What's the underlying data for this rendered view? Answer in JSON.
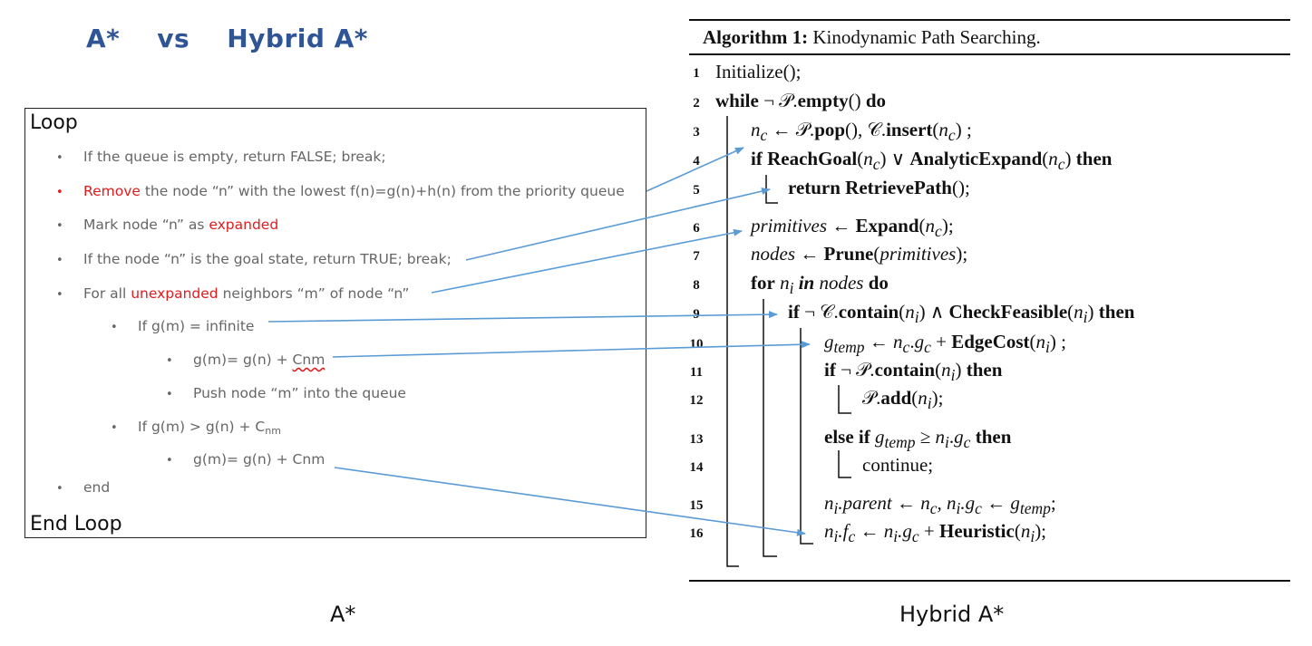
{
  "left_title": "A*    vs    Hybrid A*",
  "astar": {
    "loop_label": "Loop",
    "end_loop_label": "End Loop",
    "caption": "A*",
    "steps": {
      "s1": "If the queue is empty, return FALSE; break;",
      "s2_red": "Remove",
      "s2_rest": " the node “n” with the lowest f(n)=g(n)+h(n) from the priority queue",
      "s3_pre": "Mark node “n” as ",
      "s3_red": "expanded",
      "s4": "If the node “n” is the goal state, return TRUE; break;",
      "s5_pre": "For all ",
      "s5_red": "unexpanded",
      "s5_post": " neighbors “m” of node “n”",
      "s6": "If g(m) = infinite",
      "s7_pre": "g(m)= g(n) + ",
      "s7_squig": "Cnm",
      "s8": "Push node “m” into the queue",
      "s9_pre": "If g(m) > g(n) + C",
      "s9_sub": "nm",
      "s10": "g(m)= g(n) + Cnm",
      "s11": "end"
    },
    "bullet_char": "•"
  },
  "hybrid": {
    "caption": "Hybrid A*",
    "algo_label": "Algorithm 1:",
    "algo_name": " Kinodynamic Path Searching.",
    "line_numbers": [
      "1",
      "2",
      "3",
      "4",
      "5",
      "6",
      "7",
      "8",
      "9",
      "10",
      "11",
      "12",
      "13",
      "14",
      "15",
      "16"
    ],
    "code": {
      "l1": "Initialize();",
      "l2_kw1": "while",
      "l2_mid": " ¬ 𝒫.",
      "l2_fn": "empty",
      "l2_post": "() ",
      "l2_kw2": "do",
      "l3_a": "n",
      "l3_a_sub": "c",
      "l3_b": " ← 𝒫.",
      "l3_fn1": "pop",
      "l3_c": "(), 𝒞.",
      "l3_fn2": "insert",
      "l3_d": "(",
      "l3_e": "n",
      "l3_e_sub": "c",
      "l3_f": ") ;",
      "l4_kw": "if",
      "l4_fn1": " ReachGoal",
      "l4_a": "(",
      "l4_n1": "n",
      "l4_n1_sub": "c",
      "l4_b": ") ∨ ",
      "l4_fn2": "AnalyticExpand",
      "l4_c": "(",
      "l4_n2": "n",
      "l4_n2_sub": "c",
      "l4_d": ") ",
      "l4_kw2": "then",
      "l5": "return RetrievePath",
      "l5_post": "();",
      "l6_var": "primitives",
      "l6_mid": " ← ",
      "l6_fn": "Expand",
      "l6_a": "(",
      "l6_n": "n",
      "l6_n_sub": "c",
      "l6_b": ");",
      "l7_var": "nodes",
      "l7_mid": " ← ",
      "l7_fn": "Prune",
      "l7_a": "(",
      "l7_arg": "primitives",
      "l7_b": ");",
      "l8_kw": "for",
      "l8_n": " n",
      "l8_n_sub": "i",
      "l8_in": " in",
      "l8_var": " nodes",
      "l8_kw2": " do",
      "l9_kw": "if",
      "l9_a": " ¬ 𝒞.",
      "l9_fn1": "contain",
      "l9_b": "(",
      "l9_n1": "n",
      "l9_n1_sub": "i",
      "l9_c": ") ∧ ",
      "l9_fn2": "CheckFeasible",
      "l9_d": "(",
      "l9_n2": "n",
      "l9_n2_sub": "i",
      "l9_e": ") ",
      "l9_kw2": "then",
      "l10_g": "g",
      "l10_g_sub": "temp",
      "l10_a": " ← ",
      "l10_n": "n",
      "l10_n_sub": "c",
      "l10_b": ".",
      "l10_gc": "g",
      "l10_gc_sub": "c",
      "l10_c": " + ",
      "l10_fn": "EdgeCost",
      "l10_d": "(",
      "l10_n2": "n",
      "l10_n2_sub": "i",
      "l10_e": ") ;",
      "l11_kw": "if",
      "l11_a": " ¬ 𝒫.",
      "l11_fn": "contain",
      "l11_b": "(",
      "l11_n": "n",
      "l11_n_sub": "i",
      "l11_c": ") ",
      "l11_kw2": "then",
      "l12_a": "𝒫.",
      "l12_fn": "add",
      "l12_b": "(",
      "l12_n": "n",
      "l12_n_sub": "i",
      "l12_c": ");",
      "l13_kw": "else if",
      "l13_g": " g",
      "l13_g_sub": "temp",
      "l13_a": " ≥ ",
      "l13_n": "n",
      "l13_n_sub": "i",
      "l13_b": ".",
      "l13_gc": "g",
      "l13_gc_sub": "c",
      "l13_kw2": " then",
      "l14": "continue;",
      "l15_a": "n",
      "l15_a_sub": "i",
      "l15_b": ".parent ← ",
      "l15_c": "n",
      "l15_c_sub": "c",
      "l15_d": ",  ",
      "l15_e": "n",
      "l15_e_sub": "i",
      "l15_f": ".g",
      "l15_f_sub": "c",
      "l15_g": " ← g",
      "l15_g_sub": "temp",
      "l15_h": ";",
      "l16_a": "n",
      "l16_a_sub": "i",
      "l16_b": ".f",
      "l16_b_sub": "c",
      "l16_c": " ← ",
      "l16_d": "n",
      "l16_d_sub": "i",
      "l16_e": ".g",
      "l16_e_sub": "c",
      "l16_f": " + ",
      "l16_fn": "Heuristic",
      "l16_g": "(",
      "l16_n": "n",
      "l16_n_sub": "i",
      "l16_h": ");"
    }
  },
  "colors": {
    "title": "#2f5597",
    "highlight": "#e31a1c",
    "arrow": "#5b9bd5",
    "step_text": "#666666"
  }
}
